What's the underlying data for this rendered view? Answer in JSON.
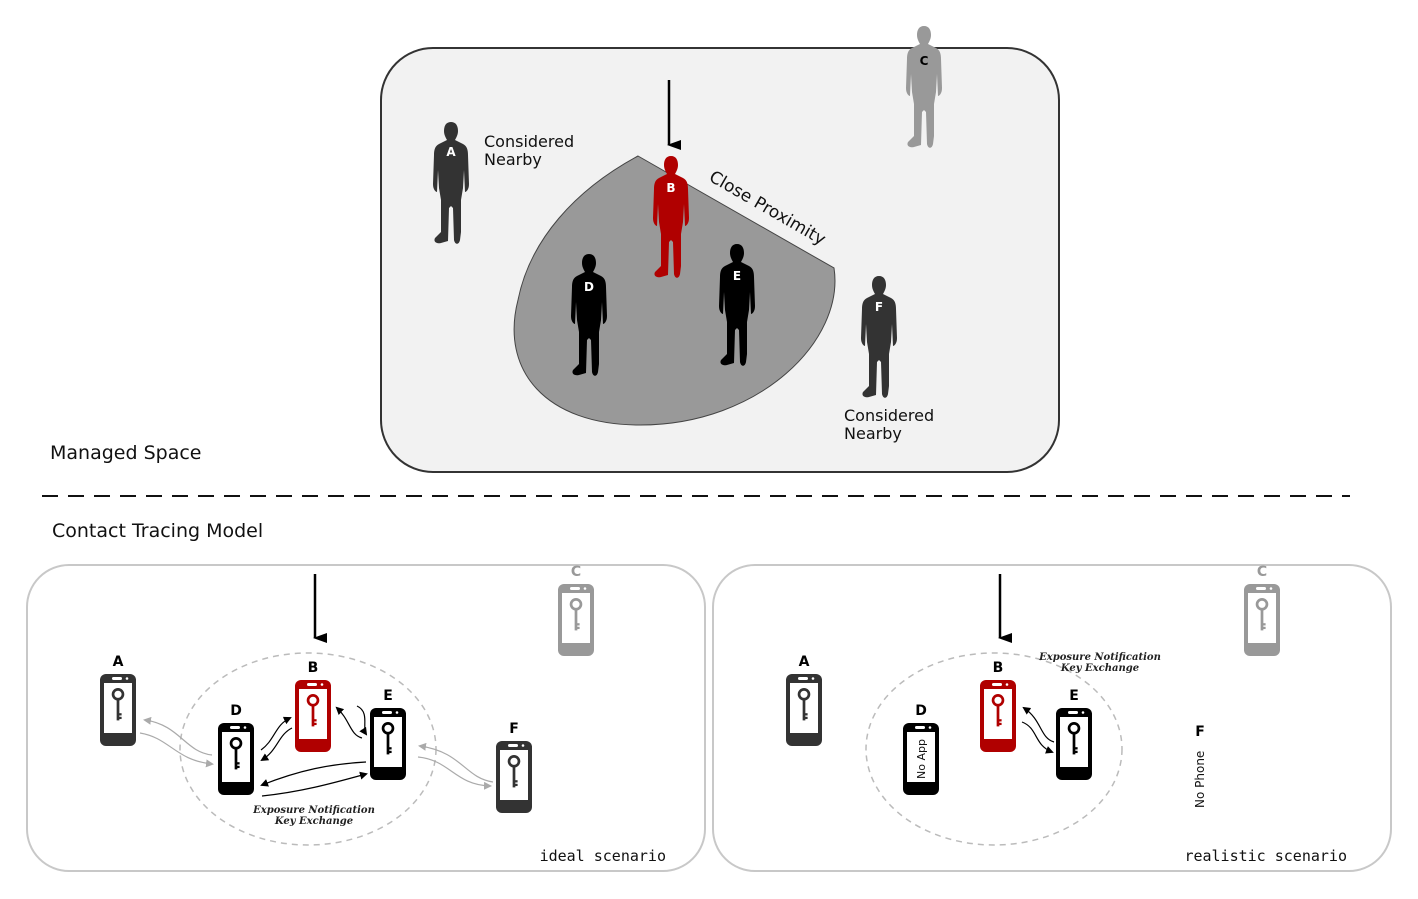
{
  "sections": {
    "managed_space_label": "Managed Space",
    "contact_tracing_label": "Contact Tracing Model"
  },
  "colors": {
    "infected": "#b00000",
    "nearby": "#333333",
    "close": "#000000",
    "far": "#999999",
    "proximity_zone": "#999999",
    "space_bg": "#f2f2f2"
  },
  "managed_space": {
    "zone_label": "Close Proximity",
    "considered_nearby_a": [
      "Considered",
      "Nearby"
    ],
    "considered_nearby_f": [
      "Considered",
      "Nearby"
    ],
    "people": [
      {
        "id": "A",
        "status": "nearby"
      },
      {
        "id": "B",
        "status": "infected"
      },
      {
        "id": "C",
        "status": "far"
      },
      {
        "id": "D",
        "status": "close"
      },
      {
        "id": "E",
        "status": "close"
      },
      {
        "id": "F",
        "status": "nearby"
      }
    ]
  },
  "ideal": {
    "caption": "ideal scenario",
    "exchange_label": [
      "Exposure Notification",
      "Key Exchange"
    ],
    "phones": [
      {
        "id": "A",
        "status": "nearby",
        "content": "key"
      },
      {
        "id": "B",
        "status": "infected",
        "content": "key"
      },
      {
        "id": "C",
        "status": "far",
        "content": "key"
      },
      {
        "id": "D",
        "status": "close",
        "content": "key"
      },
      {
        "id": "E",
        "status": "close",
        "content": "key"
      },
      {
        "id": "F",
        "status": "nearby",
        "content": "key"
      }
    ]
  },
  "realistic": {
    "caption": "realistic scenario",
    "exchange_label": [
      "Exposure Notification",
      "Key Exchange"
    ],
    "phones": [
      {
        "id": "A",
        "status": "nearby",
        "content": "key"
      },
      {
        "id": "B",
        "status": "infected",
        "content": "key"
      },
      {
        "id": "C",
        "status": "far",
        "content": "key"
      },
      {
        "id": "D",
        "status": "close",
        "content": "No App"
      },
      {
        "id": "E",
        "status": "close",
        "content": "key"
      },
      {
        "id": "F",
        "status": "none",
        "content": "No Phone"
      }
    ]
  }
}
